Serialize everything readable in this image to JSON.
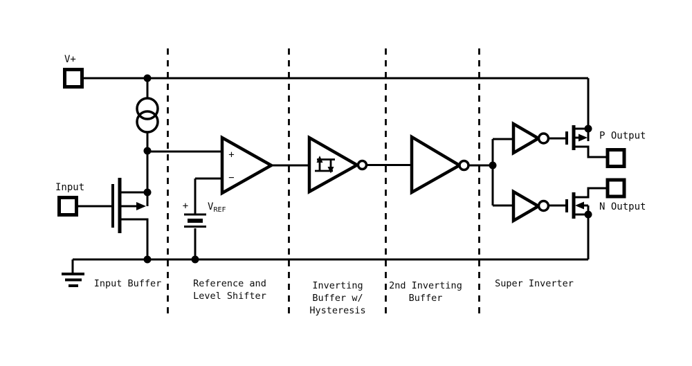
{
  "terminals": {
    "vplus": "V+",
    "input": "Input",
    "p_output": "P Output",
    "n_output": "N Output"
  },
  "opamp": {
    "plus": "+",
    "minus": "−"
  },
  "reference": {
    "plus": "+",
    "v": "V",
    "sub": "REF"
  },
  "sections": [
    {
      "id": "input-buffer",
      "lines": [
        "Input Buffer"
      ]
    },
    {
      "id": "reference-and-level-shifter",
      "lines": [
        "Reference and",
        "Level Shifter"
      ]
    },
    {
      "id": "inverting-buffer-with-hysteresis",
      "lines": [
        "Inverting",
        "Buffer w/",
        "Hysteresis"
      ]
    },
    {
      "id": "second-inverting-buffer",
      "lines": [
        "2nd Inverting",
        "Buffer"
      ]
    },
    {
      "id": "super-inverter",
      "lines": [
        "Super Inverter"
      ]
    }
  ],
  "colors": {
    "ink": "#000000",
    "background": "#ffffff"
  }
}
